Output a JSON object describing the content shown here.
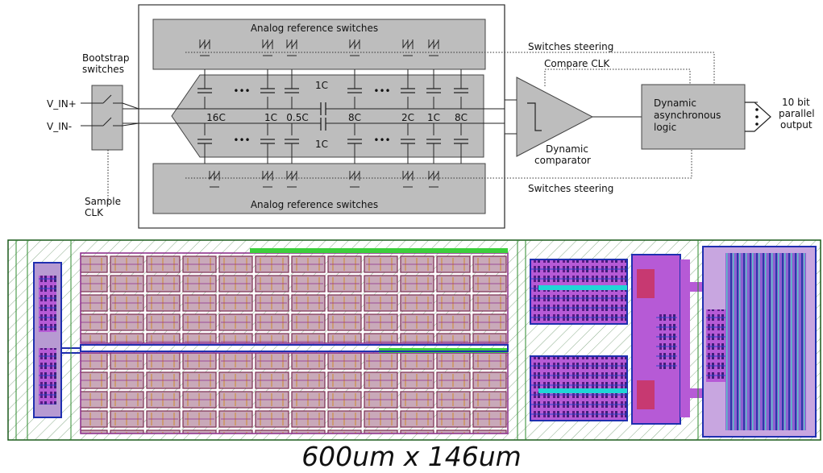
{
  "diagram": {
    "bootstrap_label": [
      "Bootstrap",
      "switches"
    ],
    "inputs": [
      "V_IN+",
      "V_IN-"
    ],
    "sample_clk": [
      "Sample",
      "CLK"
    ],
    "ref_switches_top": "Analog reference switches",
    "ref_switches_bottom": "Analog reference switches",
    "switches_steering_top": "Switches steering",
    "switches_steering_bottom": "Switches steering",
    "compare_clk": "Compare CLK",
    "cap_labels": [
      "16C",
      "1C",
      "0.5C",
      "8C",
      "2C",
      "1C",
      "8C"
    ],
    "bridge_cap_top": "1C",
    "bridge_cap_bottom": "1C",
    "ellipsis": "•••",
    "comparator": [
      "Dynamic",
      "comparator"
    ],
    "logic": [
      "Dynamic",
      "asynchronous",
      "logic"
    ],
    "output": [
      "10 bit",
      "parallel",
      "output"
    ]
  },
  "layout_caption": "600um x 146um"
}
